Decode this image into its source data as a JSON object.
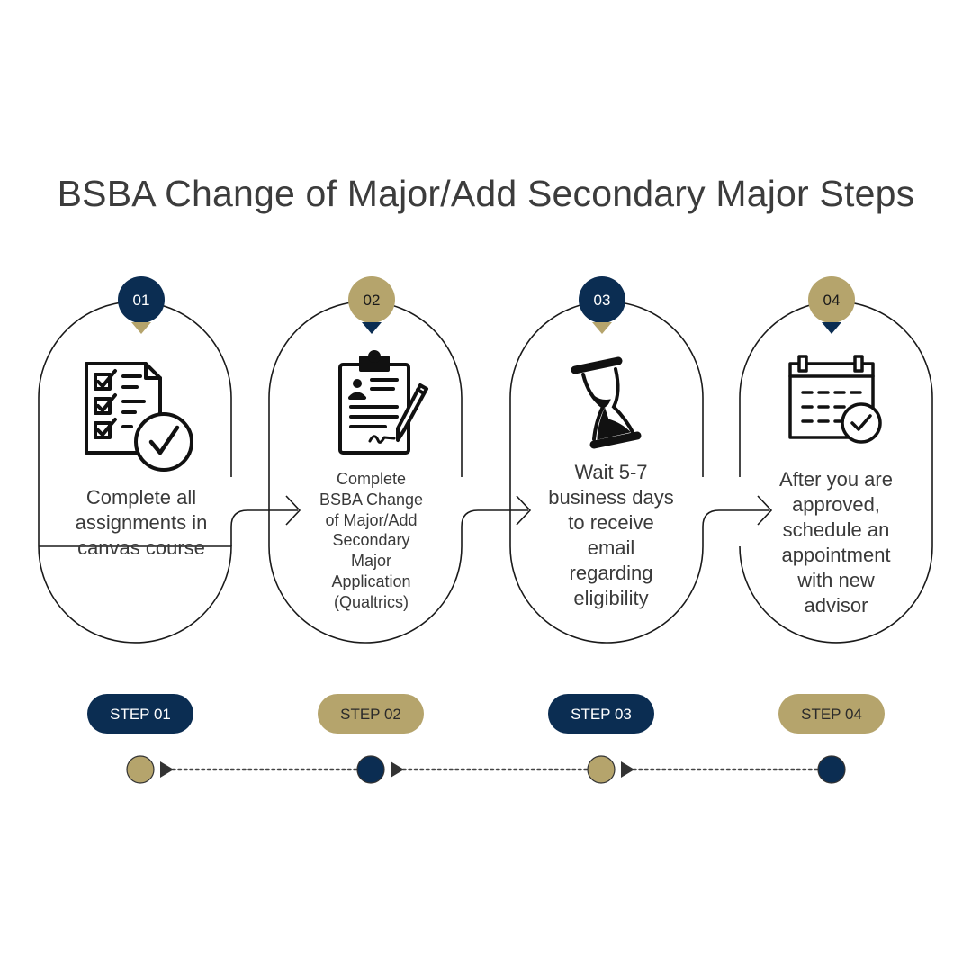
{
  "title": "BSBA Change of Major/Add Secondary Major Steps",
  "colors": {
    "navy": "#0b2d52",
    "gold": "#b5a46c",
    "outline": "#1a1a1a",
    "text": "#3a3a3a",
    "dots": "#444444"
  },
  "steps": [
    {
      "number": "01",
      "label": "STEP 01",
      "description": "Complete all\nassignments in\ncanvas course",
      "icon": "checklist-icon",
      "badge_color": "navy",
      "timeline_color": "gold"
    },
    {
      "number": "02",
      "label": "STEP 02",
      "description": "Complete\nBSBA Change\nof Major/Add\nSecondary\nMajor\nApplication\n(Qualtrics)",
      "icon": "clipboard-signature-icon",
      "badge_color": "gold",
      "timeline_color": "navy"
    },
    {
      "number": "03",
      "label": "STEP 03",
      "description": "Wait 5-7\nbusiness days\nto receive\nemail\nregarding\neligibility",
      "icon": "hourglass-icon",
      "badge_color": "navy",
      "timeline_color": "gold"
    },
    {
      "number": "04",
      "label": "STEP 04",
      "description": "After you are\napproved,\nschedule an\nappointment\nwith new\nadvisor",
      "icon": "calendar-check-icon",
      "badge_color": "gold",
      "timeline_color": "navy"
    }
  ]
}
